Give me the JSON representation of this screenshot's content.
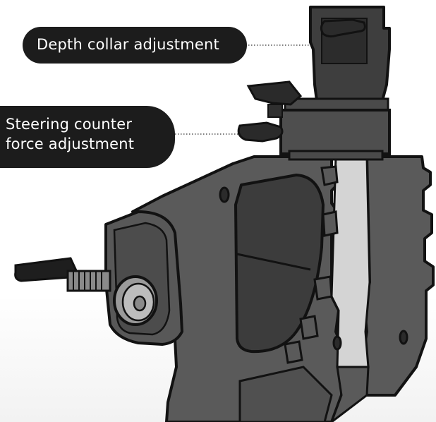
{
  "callouts": {
    "depth_collar": "Depth collar adjustment",
    "steering_line1": "Steering counter",
    "steering_line2": "force adjustment"
  },
  "colors": {
    "body": "#555555",
    "body_dark": "#3f3f3f",
    "outline": "#121212",
    "slot": "#d6d6d6",
    "label_bg": "#1c1c1c"
  }
}
